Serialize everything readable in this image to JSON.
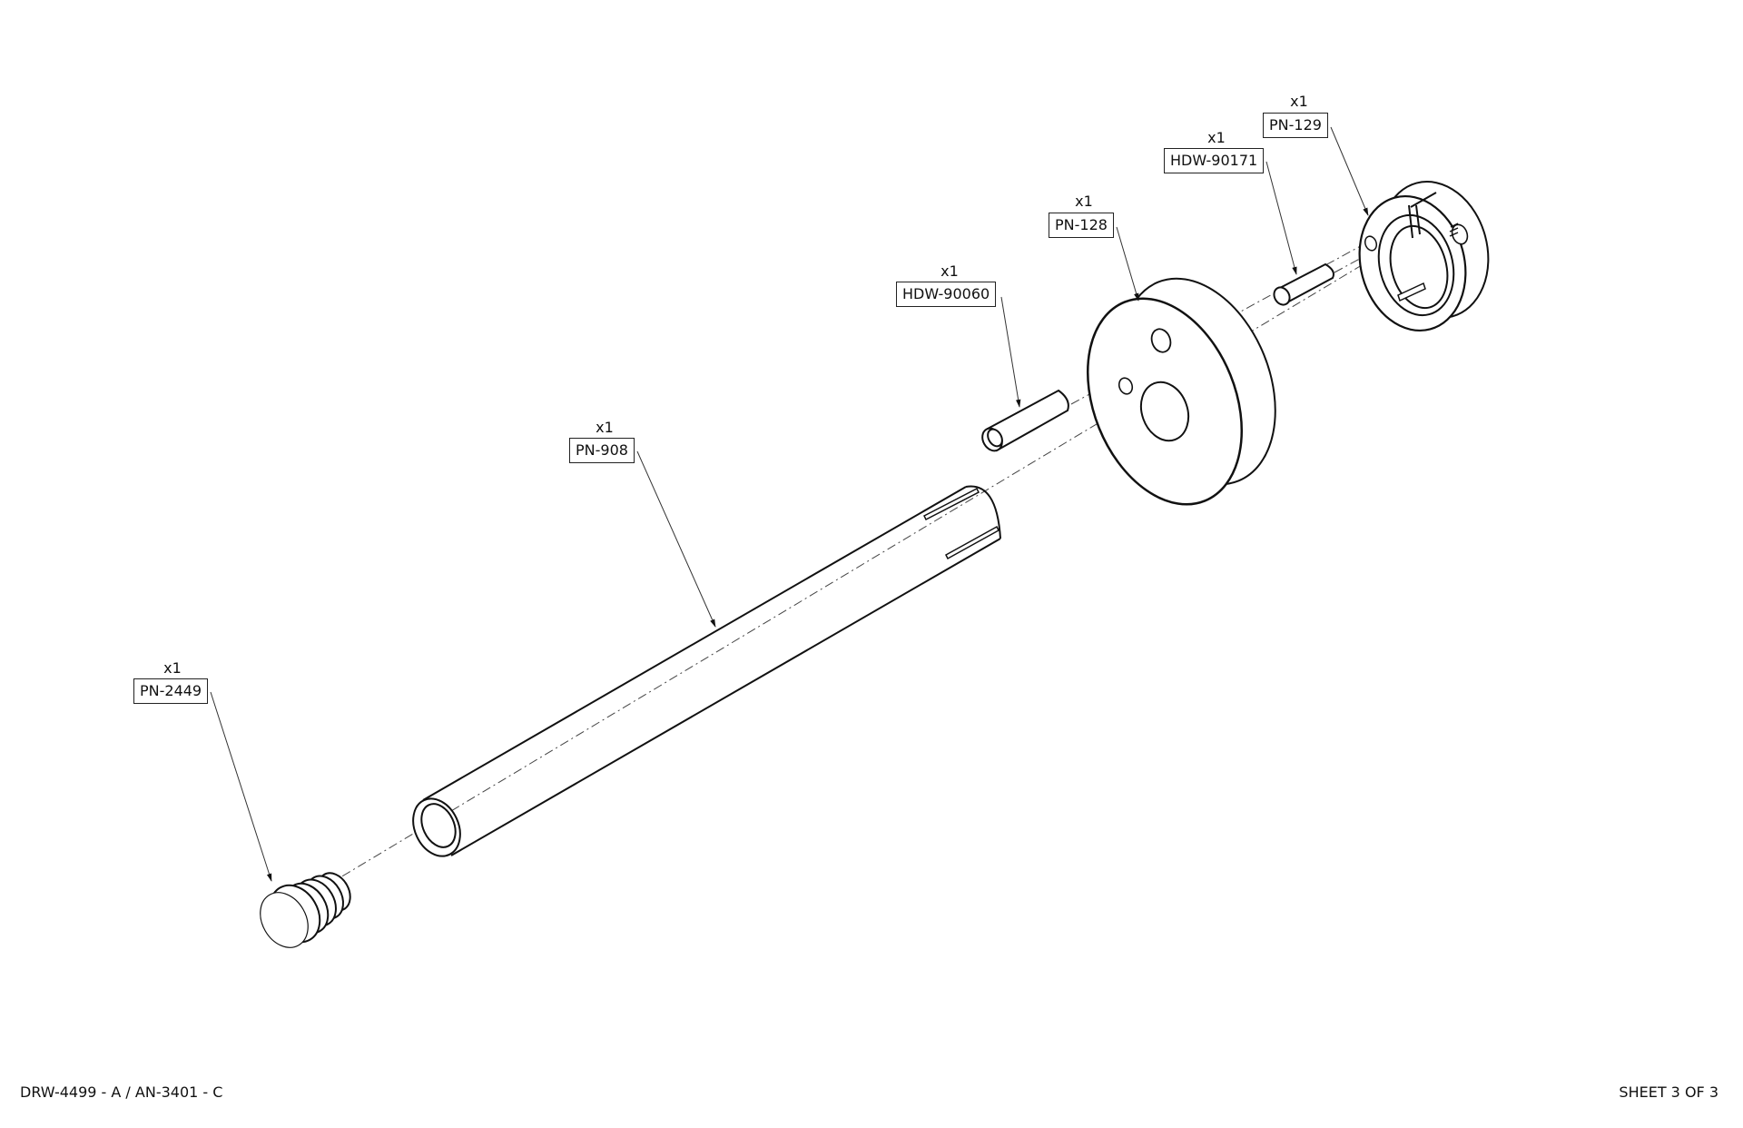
{
  "drawing": {
    "type": "exploded-assembly-view",
    "footer": {
      "drawing_id": "DRW-4499 - A / AN-3401 - C",
      "sheet": "SHEET 3 OF 3"
    },
    "callouts": [
      {
        "id": "pn-129",
        "qty": "x1",
        "part": "PN-129"
      },
      {
        "id": "hdw-90171",
        "qty": "x1",
        "part": "HDW-90171"
      },
      {
        "id": "pn-128",
        "qty": "x1",
        "part": "PN-128"
      },
      {
        "id": "hdw-90060",
        "qty": "x1",
        "part": "HDW-90060"
      },
      {
        "id": "pn-908",
        "qty": "x1",
        "part": "PN-908"
      },
      {
        "id": "pn-2449",
        "qty": "x1",
        "part": "PN-2449"
      }
    ],
    "colors": {
      "line": "#111111",
      "leader": "#333333",
      "background": "#ffffff"
    }
  }
}
